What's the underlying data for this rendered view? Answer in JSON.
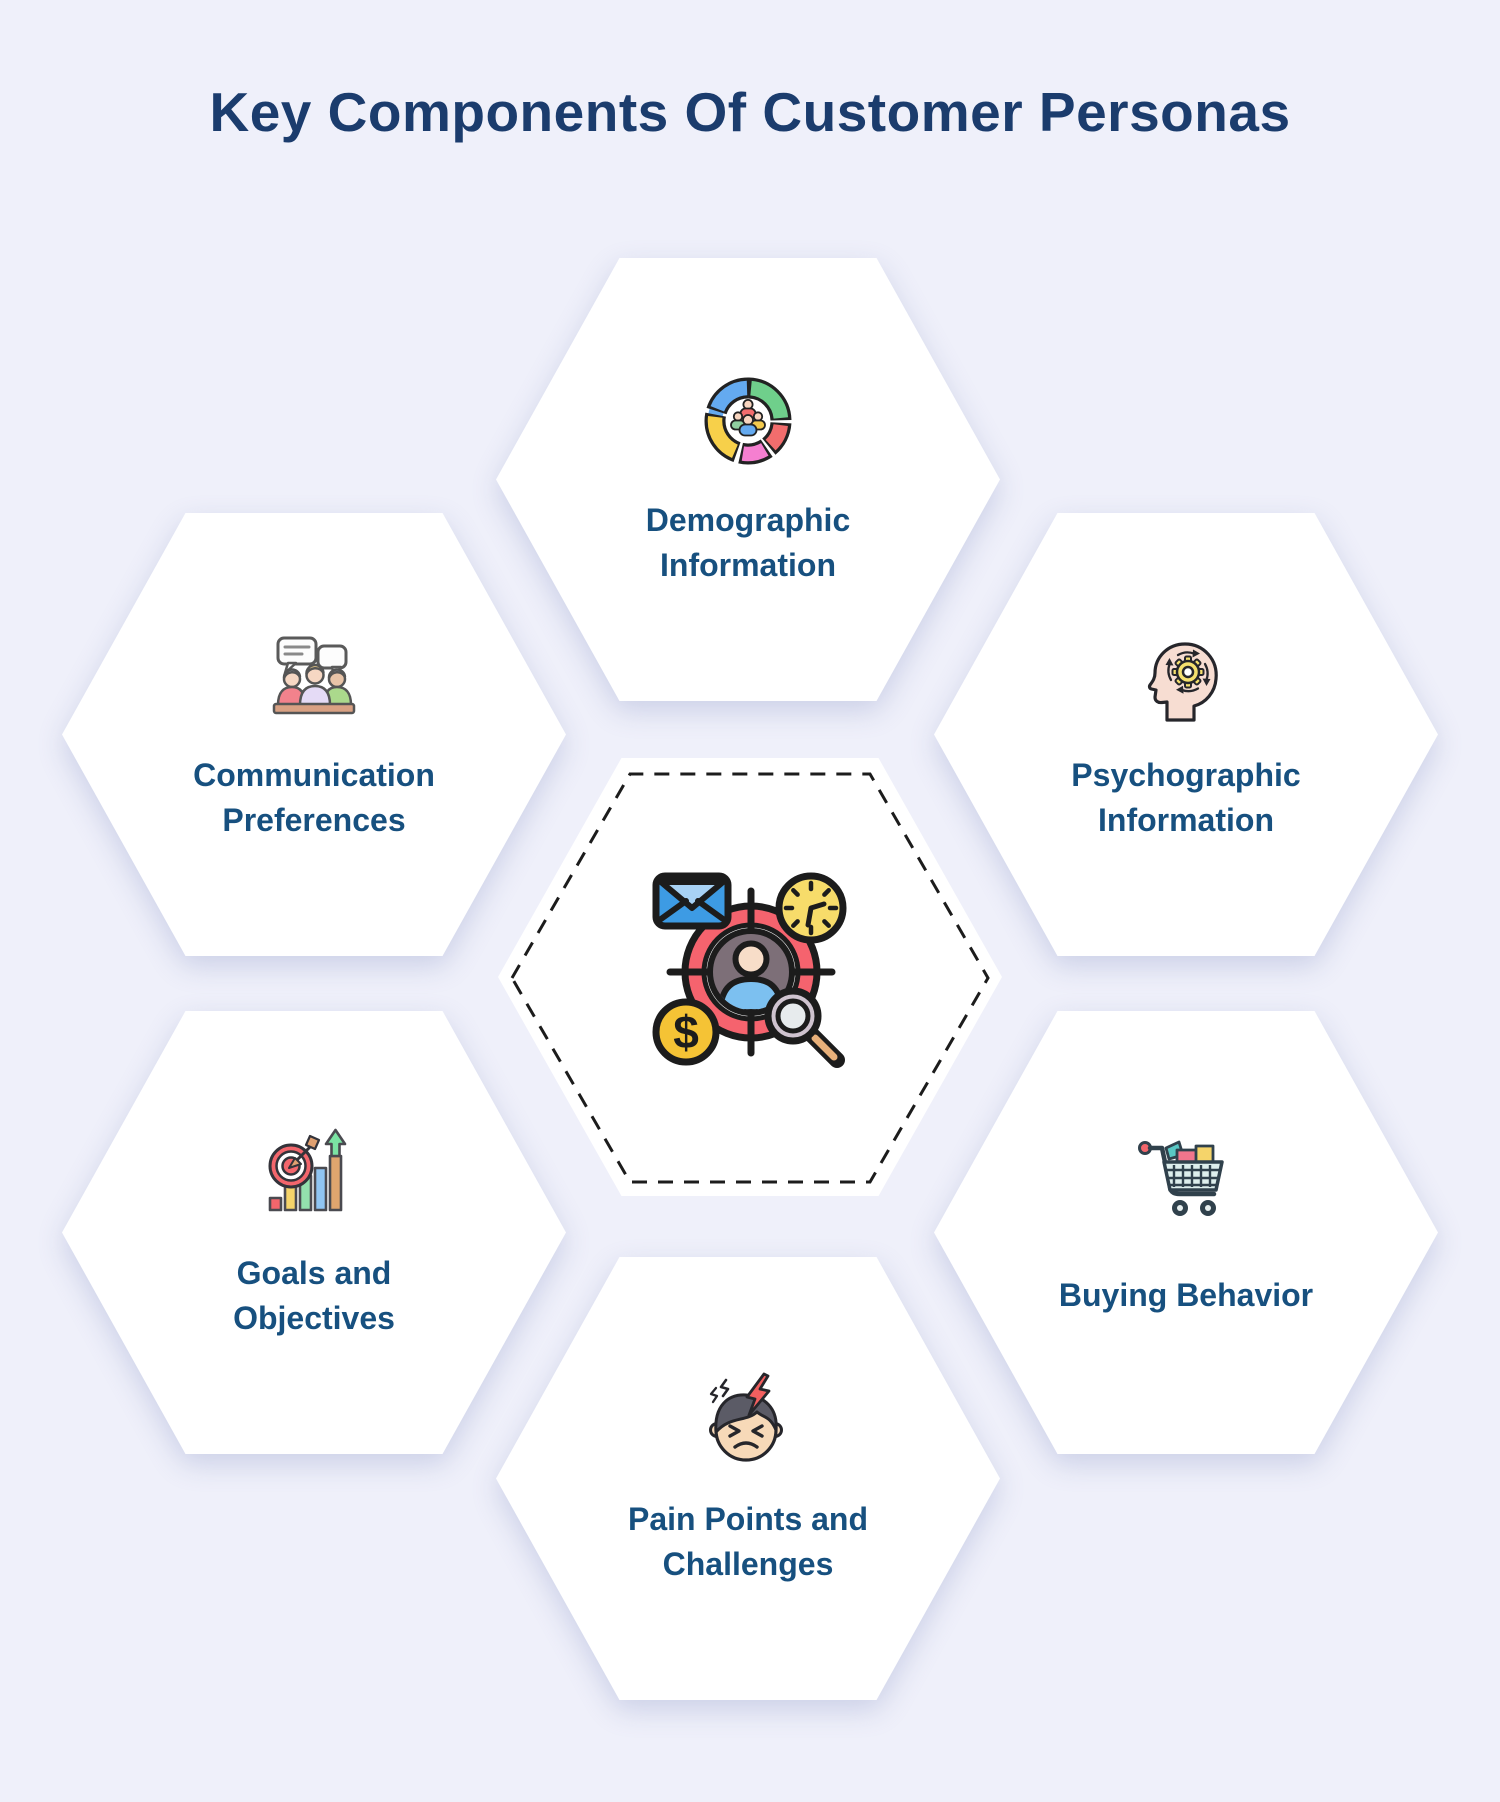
{
  "title": "Key Components Of Customer Personas",
  "colors": {
    "background": "#eff0fa",
    "hexagon_fill": "#ffffff",
    "title_text": "#1b3c6d",
    "label_text": "#17507f",
    "dashed_border": "#1c1c1c",
    "accent_red": "#f5636e",
    "accent_blue": "#3d9be4",
    "accent_yellow": "#f5c335",
    "accent_green": "#8fe0a8"
  },
  "center_hexagon": {
    "icon": "customer-research-target-icon",
    "dollar_symbol": "$",
    "style": "dashed-outline"
  },
  "components": [
    {
      "id": "demographic",
      "label": "Demographic\nInformation",
      "icon": "demographic-donut-chart-icon",
      "position": "top-center"
    },
    {
      "id": "communication",
      "label": "Communication\nPreferences",
      "icon": "people-conversation-icon",
      "position": "middle-left"
    },
    {
      "id": "psychographic",
      "label": "Psychographic\nInformation",
      "icon": "head-gear-icon",
      "position": "middle-right"
    },
    {
      "id": "goals",
      "label": "Goals and\nObjectives",
      "icon": "target-growth-chart-icon",
      "position": "bottom-left"
    },
    {
      "id": "buying",
      "label": "Buying Behavior",
      "icon": "shopping-cart-icon",
      "position": "bottom-right"
    },
    {
      "id": "pain",
      "label": "Pain Points and\nChallenges",
      "icon": "frustrated-face-lightning-icon",
      "position": "bottom-center"
    }
  ]
}
